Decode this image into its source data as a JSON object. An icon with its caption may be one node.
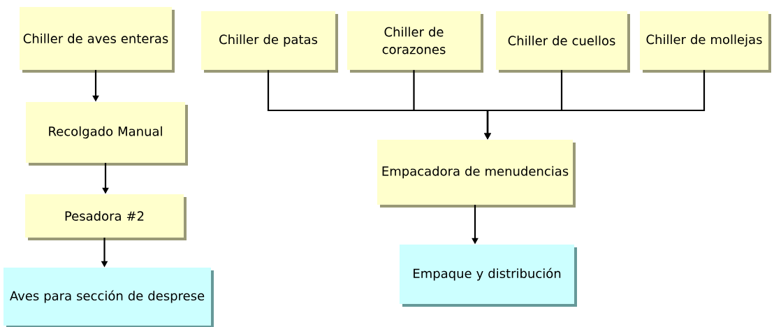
{
  "diagram": {
    "nodes": [
      {
        "text": [
          "Chiller de aves enteras"
        ]
      },
      {
        "text": [
          "Recolgado Manual"
        ]
      },
      {
        "text": [
          "Pesadora #2"
        ]
      },
      {
        "text": [
          "Aves para sección de desprese"
        ]
      },
      {
        "text": [
          "Chiller de patas"
        ]
      },
      {
        "text": [
          "Chiller de corazones"
        ]
      },
      {
        "text": [
          "Chiller de cuellos"
        ]
      },
      {
        "text": [
          "Chiller de mollejas"
        ]
      },
      {
        "text": [
          "Empacadora de menudencias"
        ]
      },
      {
        "text": [
          "Empaque y distribución"
        ]
      }
    ],
    "edges": [
      {
        "from": 0,
        "to": 1,
        "arrow": "to"
      },
      {
        "from": 1,
        "to": 2,
        "arrow": "to"
      },
      {
        "from": 2,
        "to": 3,
        "arrow": "to"
      },
      {
        "from": 4,
        "to": 8,
        "arrow": "to"
      },
      {
        "from": 5,
        "to": 8,
        "arrow": "to"
      },
      {
        "from": 6,
        "to": 8,
        "arrow": "to"
      },
      {
        "from": 7,
        "to": 8,
        "arrow": "to"
      },
      {
        "from": 8,
        "to": 9,
        "arrow": "to"
      }
    ]
  }
}
